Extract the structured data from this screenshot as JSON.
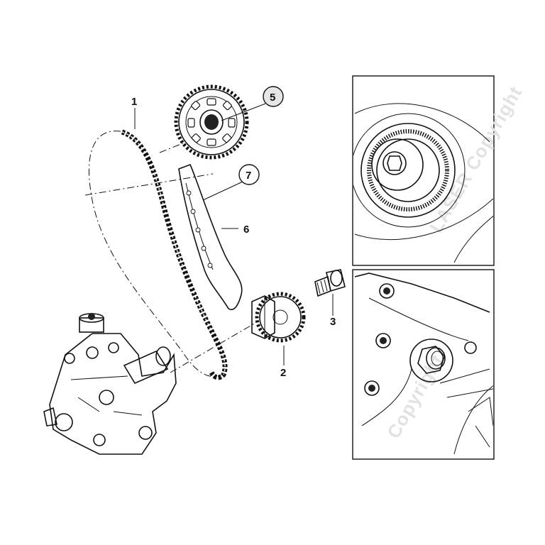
{
  "callouts": [
    {
      "id": "1",
      "label": "1",
      "circled": false
    },
    {
      "id": "2",
      "label": "2",
      "circled": false
    },
    {
      "id": "3",
      "label": "3",
      "circled": false
    },
    {
      "id": "5",
      "label": "5",
      "circled": true
    },
    {
      "id": "6",
      "label": "6",
      "circled": false
    },
    {
      "id": "7",
      "label": "7",
      "circled": true
    }
  ],
  "watermark": {
    "top_panel": "LASER Copyright",
    "bottom_panel": "Copyright"
  },
  "parts": {
    "chain": "timing-chain",
    "sprocket_top": "camshaft-sprocket",
    "guide": "chain-guide",
    "sprocket_bottom": "drive-sprocket",
    "bolt": "bolt",
    "pump": "high-pressure-pump"
  },
  "colors": {
    "line": "#111111",
    "watermark": "#e2e2e2",
    "background": "#ffffff"
  }
}
